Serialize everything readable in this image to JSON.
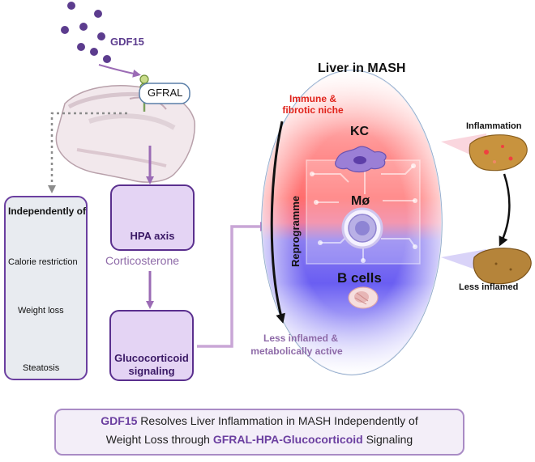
{
  "colors": {
    "purple": "#6b3fa0",
    "purple_light": "#e4d4f4",
    "purple_border": "#5a2f8e",
    "red_text": "#e0231b",
    "grey_box": "#e8ebf0",
    "arrow_purple": "#9b6bb5",
    "arrow_light": "#c9a6d6",
    "dots": "#5c3c8e",
    "liver": "#c8933e"
  },
  "labels": {
    "gdf15": "GDF15",
    "gfral": "GFRAL",
    "hpa_axis": "HPA axis",
    "corticosterone": "Corticosterone",
    "glucocorticoid_line1": "Glucocorticoid",
    "glucocorticoid_line2": "signaling",
    "independently_of": "Independently of",
    "calorie_restriction": "Calorie restriction",
    "weight_loss": "Weight loss",
    "steatosis": "Steatosis",
    "liver_in_mash": "Liver in MASH",
    "immune_line1": "Immune &",
    "immune_line2": "fibrotic niche",
    "kc": "KC",
    "macrophage": "Mø",
    "b_cells": "B cells",
    "reprogramme": "Reprogramme",
    "less_inflamed_line1": "Less inflamed &",
    "less_inflamed_line2": "metabolically active",
    "inflammation": "Inflammation",
    "less_inflamed": "Less inflamed"
  },
  "summary": {
    "part1": "GDF15",
    "part2": " Resolves Liver Inflammation in MASH Independently of",
    "part3": "Weight Loss through ",
    "part4": "GFRAL-HPA-Glucocorticoid",
    "part5": " Signaling"
  },
  "icons": {
    "gdf15_molecules": "purple-dots-icon",
    "mouse_head": "mouse-head-icon",
    "adrenal": "adrenal-gland-icon",
    "receptor": "glucocorticoid-receptor-icon",
    "no_food": "no-food-icon",
    "mouse": "mouse-icon",
    "steatosis_tissue": "steatosis-tissue-icon",
    "kupffer_cell": "kupffer-cell-icon",
    "macrophage_cell": "macrophage-icon",
    "b_cell": "b-cell-icon",
    "liver_inflamed": "inflamed-liver-icon",
    "liver_healthy": "less-inflamed-liver-icon"
  }
}
